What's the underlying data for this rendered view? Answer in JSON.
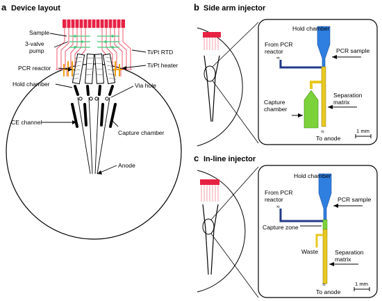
{
  "colors": {
    "pad_red": "#e62244",
    "trace_red": "#ee5a6c",
    "heater_orange": "#f0a010",
    "valve_green": "#3ec878",
    "chamber_blue": "#2e7fe0",
    "channel_yellow": "#e8c820",
    "capture_green": "#7cd23a",
    "dark_blue": "#233a8a",
    "black": "#000000"
  },
  "panel_a": {
    "letter": "a",
    "title": "Device layout",
    "labels": {
      "sample": "Sample",
      "valve_line1": "3-valve",
      "valve_line2": "pump",
      "rtd": "Ti/Pt RTD",
      "heater": "Ti/Pt heater",
      "pcr_reactor": "PCR reactor",
      "hold_chamber": "Hold chamber",
      "via_hole": "Via hole",
      "ce_channel": "CE channel",
      "capture_chamber": "Capture chamber",
      "anode": "Anode"
    }
  },
  "panel_b": {
    "letter": "b",
    "title": "Side arm injector",
    "labels": {
      "hold_chamber": "Hold chamber",
      "from_pcr_line1": "From PCR",
      "from_pcr_line2": "reactor",
      "pcr_sample": "PCR sample",
      "capture_line1": "Capture",
      "capture_line2": "chamber",
      "separation_line1": "Separation",
      "separation_line2": "matrix",
      "to_anode": "To anode",
      "scale": "1 mm",
      "wavy": "≈"
    }
  },
  "panel_c": {
    "letter": "c",
    "title": "In-line injector",
    "labels": {
      "hold_chamber": "Hold chamber",
      "from_pcr_line1": "From PCR",
      "from_pcr_line2": "reactor",
      "pcr_sample": "PCR sample",
      "capture_zone": "Capture zone",
      "waste": "Waste",
      "separation_line1": "Separation",
      "separation_line2": "matrix",
      "to_anode": "To anode",
      "scale": "1 mm",
      "wavy": "≈"
    }
  }
}
